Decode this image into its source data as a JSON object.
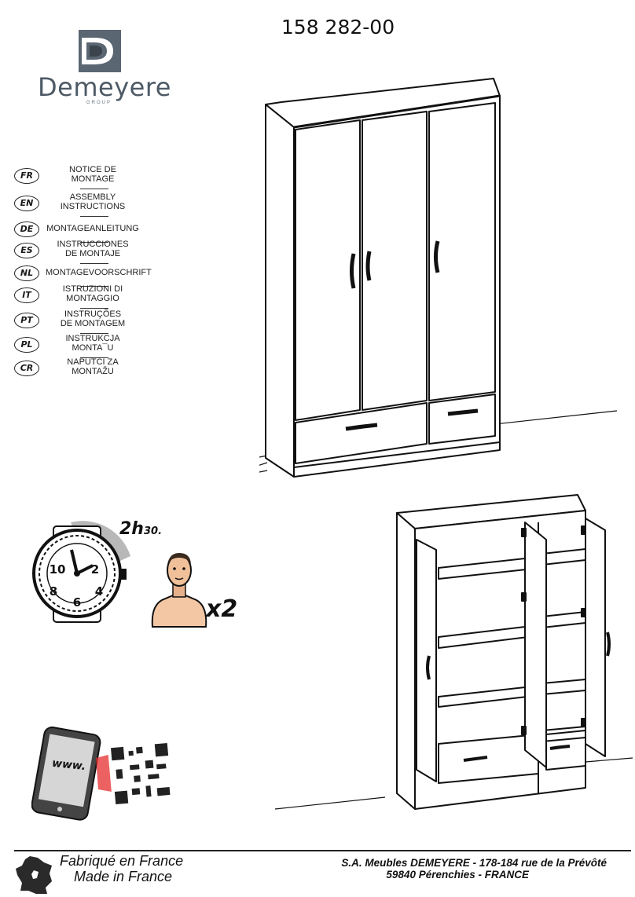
{
  "reference": "158 282-00",
  "brand": {
    "name": "Demeyere",
    "sub": "GROUP",
    "color": "#4d5a66"
  },
  "languages": [
    {
      "code": "FR",
      "lines": [
        "NOTICE DE",
        "MONTAGE"
      ]
    },
    {
      "code": "EN",
      "lines": [
        "ASSEMBLY",
        "INSTRUCTIONS"
      ]
    },
    {
      "code": "DE",
      "lines": [
        "MONTAGEANLEITUNG"
      ]
    },
    {
      "code": "ES",
      "lines": [
        "INSTRUCCIONES",
        "DE MONTAJE"
      ]
    },
    {
      "code": "NL",
      "lines": [
        "MONTAGEVOORSCHRIFT"
      ]
    },
    {
      "code": "IT",
      "lines": [
        "ISTRUZIONI DI",
        "MONTAGGIO"
      ]
    },
    {
      "code": "PT",
      "lines": [
        "INSTRUÇÕES",
        "DE MONTAGEM"
      ]
    },
    {
      "code": "PL",
      "lines": [
        "INSTRUKCJA",
        "MONTA¯U"
      ]
    },
    {
      "code": "CR",
      "lines": [
        "NAPUTCI ZA",
        "MONTAŽU"
      ]
    }
  ],
  "assembly": {
    "time_hours": "2h",
    "time_minutes": "30.",
    "persons": "x2",
    "website_label": "www."
  },
  "clock_numerals": [
    "10",
    "2",
    "8",
    "4",
    "6"
  ],
  "footer": {
    "made_fr": "Fabriqué en France",
    "made_en": "Made in France",
    "company_line1": "S.A. Meubles DEMEYERE - 178-184 rue de la Prévôté",
    "company_line2": "59840 Pérenchies - FRANCE"
  }
}
